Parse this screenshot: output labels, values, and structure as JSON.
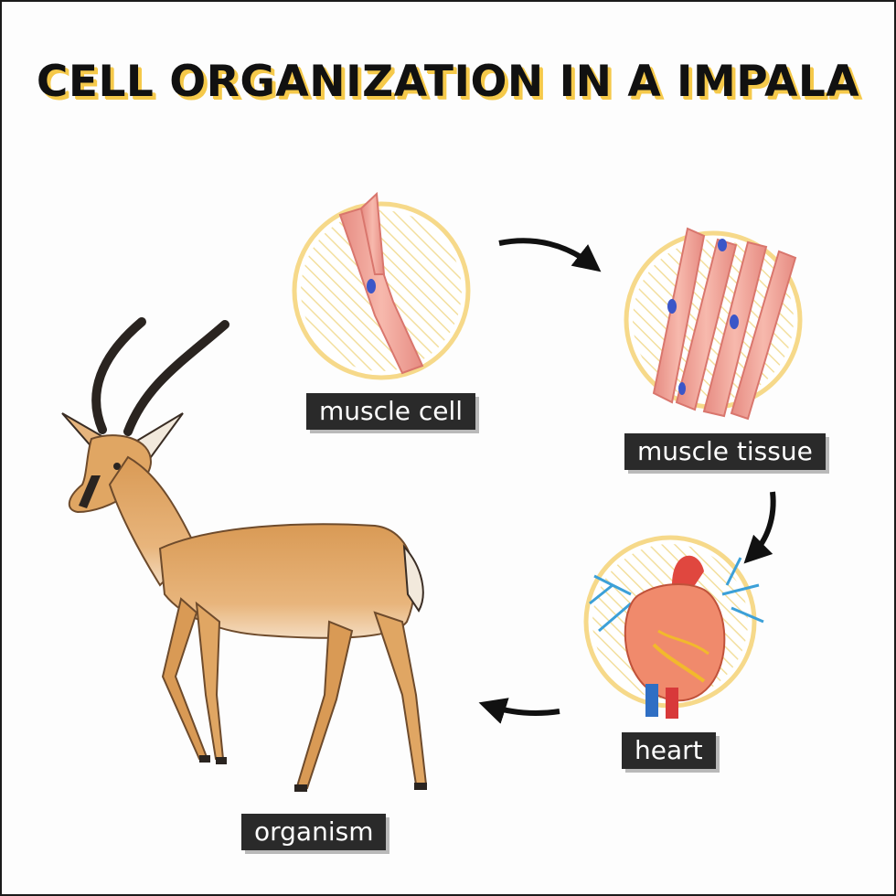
{
  "title": "CELL ORGANIZATION IN A IMPALA",
  "stages": {
    "muscle_cell": "muscle cell",
    "muscle_tissue": "muscle tissue",
    "heart": "heart",
    "organism": "organism"
  },
  "colors": {
    "circle_outline": "#f6d98a",
    "hatch": "#f3df9e",
    "muscle": "#f1a49a",
    "nucleus": "#3b56c8",
    "title_shadow": "#f5c94a",
    "label_bg": "#2a2a2a",
    "impala_body": "#e0a663"
  }
}
